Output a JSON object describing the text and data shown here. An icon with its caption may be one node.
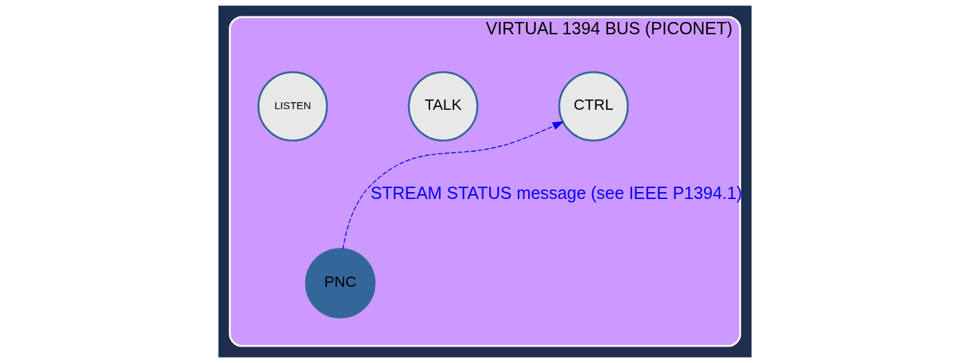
{
  "diagram": {
    "nodes": [
      {
        "text": [
          "VIRTUAL 1394 BUS (PICONET)"
        ]
      },
      {
        "text": [
          "CTRL"
        ],
        "in": 0
      },
      {
        "text": [
          "TALK"
        ],
        "in": 0
      },
      {
        "text": [
          "LISTEN"
        ],
        "in": 0
      },
      {
        "text": [
          "PNC"
        ],
        "in": 0
      }
    ],
    "edges": [
      {
        "from": 4,
        "to": 1,
        "arrow": "to",
        "label": "STREAM STATUS message (see IEEE P1394.1)",
        "style": "dashed",
        "color": "#0000ff"
      }
    ]
  }
}
